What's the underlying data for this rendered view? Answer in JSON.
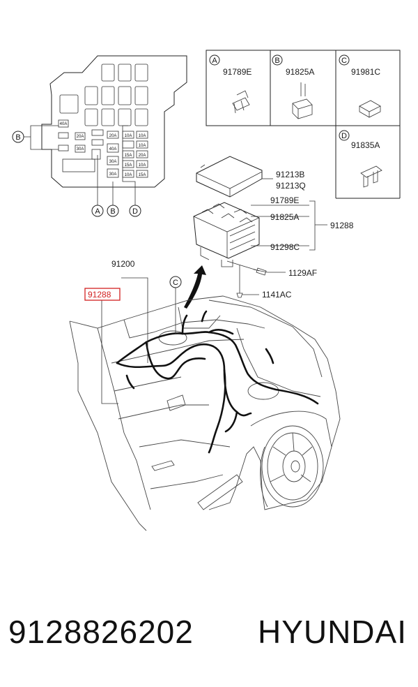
{
  "inset_table": {
    "cells": [
      {
        "letter": "A",
        "part": "91789E"
      },
      {
        "letter": "B",
        "part": "91825A"
      },
      {
        "letter": "C",
        "part": "91981C"
      },
      {
        "letter": "D",
        "part": "91835A"
      }
    ]
  },
  "fuse_box": {
    "callouts": [
      "A",
      "B",
      "D"
    ],
    "side_callout": "B",
    "fuse_ratings": [
      "40A",
      "20A",
      "30A",
      "10A",
      "20A",
      "10A",
      "15A",
      "10A",
      "20A",
      "10A",
      "30A",
      "15A",
      "10A",
      "40A",
      "10A",
      "15A",
      "30A"
    ]
  },
  "relay_box": {
    "cover_parts": [
      "91213B",
      "91213Q"
    ],
    "parts": [
      "91789E",
      "91825A",
      "91298C"
    ],
    "group_part": "91288",
    "bolt": "1129AF",
    "screw": "1141AC"
  },
  "vehicle": {
    "harness_part": "91200",
    "highlighted_part": "91288",
    "callout": "C"
  },
  "footer": {
    "part_number": "9128826202",
    "brand": "HYUNDAI"
  },
  "colors": {
    "highlight": "#d22020",
    "ink": "#111111"
  }
}
